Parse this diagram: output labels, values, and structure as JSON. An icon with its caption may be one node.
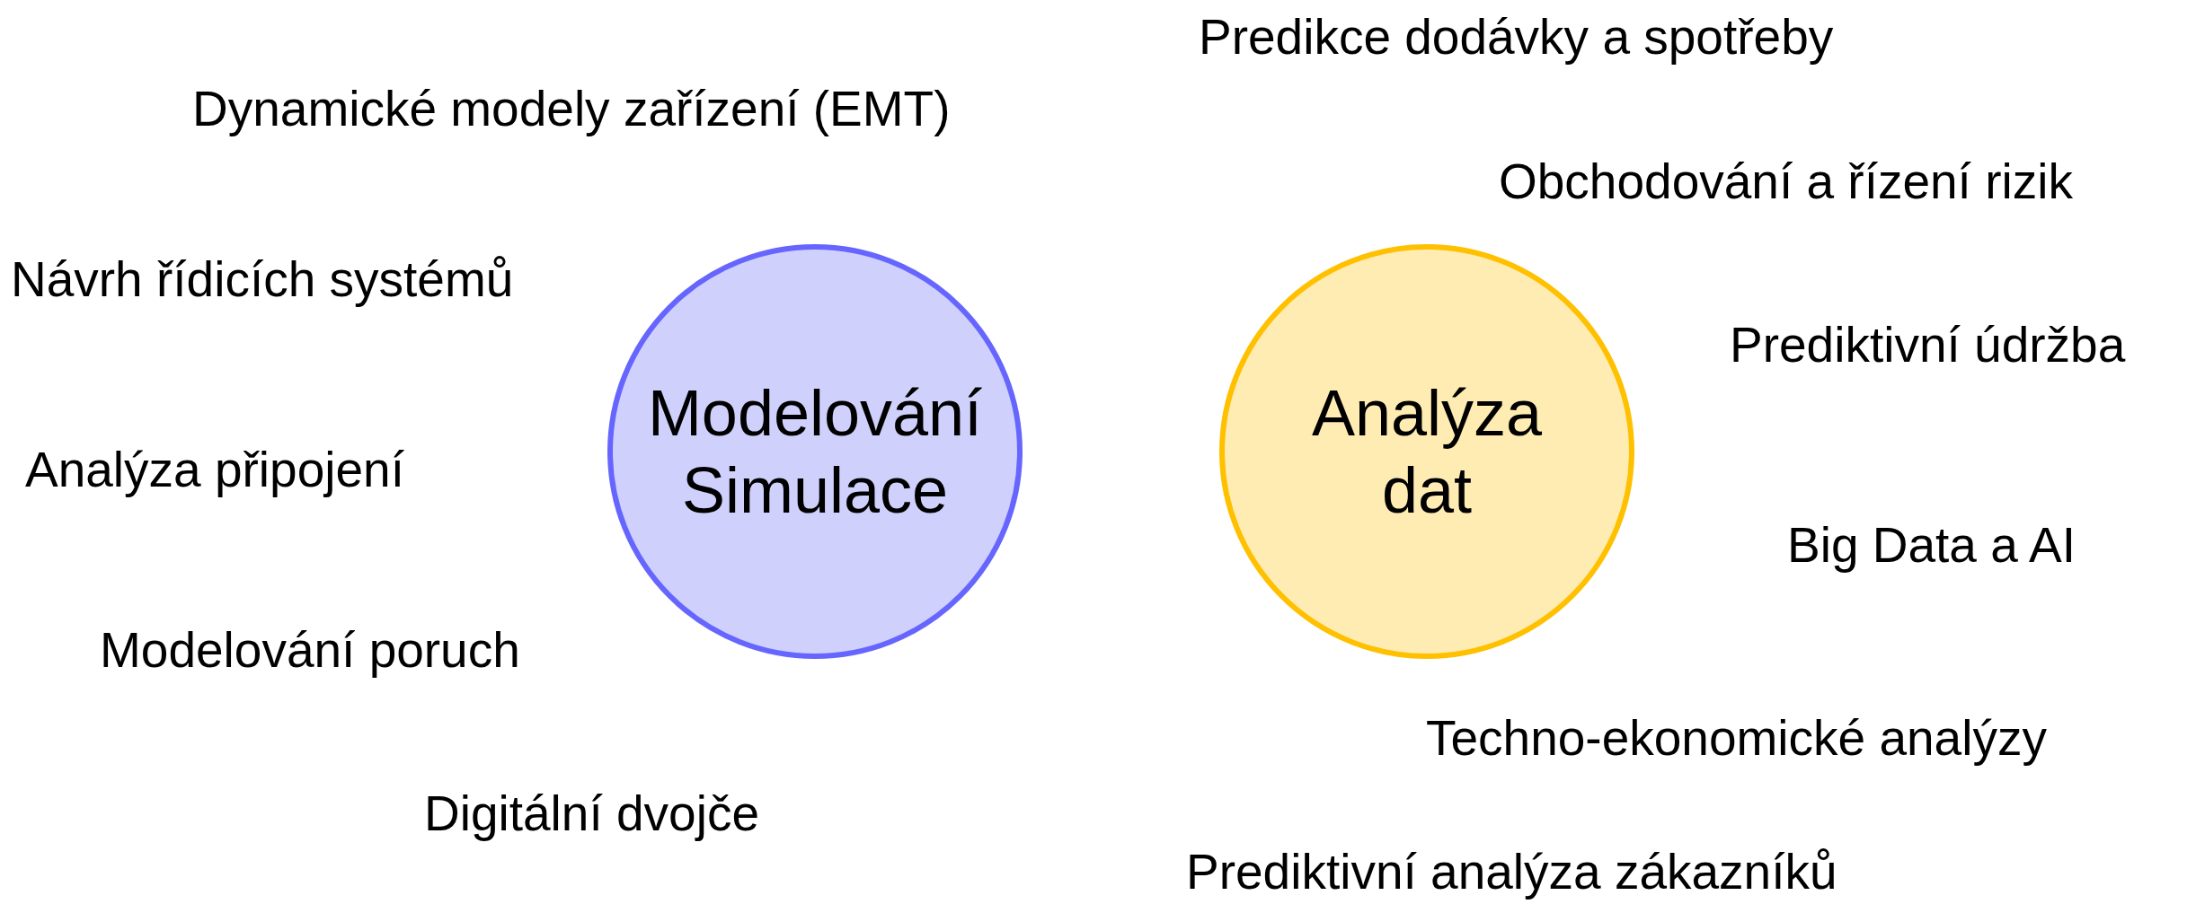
{
  "diagram": {
    "nodes": [
      {
        "text": [
          "Modelování Simulace"
        ]
      },
      {
        "text": [
          "Analýza dat"
        ]
      }
    ],
    "labels": [
      "Dynamické modely zařízení (EMT)",
      "Návrh řídicích systémů",
      "Analýza připojení",
      "Modelování poruch",
      "Digitální dvojče",
      "Predikce dodávky a spotřeby",
      "Obchodování a řízení rizik",
      "Prediktivní údržba",
      "Big Data a AI",
      "Techno-ekonomické analýzy",
      "Prediktivní analýza zákazníků"
    ]
  }
}
